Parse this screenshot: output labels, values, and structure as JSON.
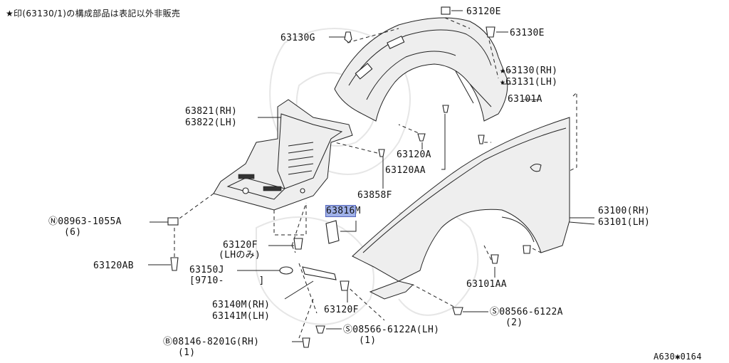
{
  "note": "★印(63130/1)の構成部品は表記以外非販売",
  "footer_code": "A630✱0164",
  "highlight_color": "#9fb0e8",
  "labels": {
    "p63120E": "63120E",
    "p63130G": "63130G",
    "p63130E": "63130E",
    "p63130": "★63130(RH)",
    "p63131": "★63131(LH)",
    "p63101A": "63101A",
    "p63821": "63821(RH)",
    "p63822": "63822(LH)",
    "p63120A": "63120A",
    "p63120AA": "63120AA",
    "p63858F": "63858F",
    "p63816M_a": "63816",
    "p63816M_b": "M",
    "p08963": "Ⓝ08963-1055A",
    "p08963_qty": "(6)",
    "p63100": "63100(RH)",
    "p63101": "63101(LH)",
    "p63120F_top": "63120F",
    "p63120F_top_sub": "(LHのみ)",
    "p63120AB": "63120AB",
    "p63150J": "63150J",
    "p63150J_sub": "[9710-      ]",
    "p63101AA": "63101AA",
    "p63140M": "63140M(RH)",
    "p63141M": "63141M(LH)",
    "p63120F_bot": "63120F",
    "p08566_a": "Ⓢ08566-6122A",
    "p08566_a_qty": "(2)",
    "p08566_b": "Ⓢ08566-6122A(LH)",
    "p08566_b_qty": "(1)",
    "p08146": "Ⓑ08146-8201G(RH)",
    "p08146_qty": "(1)"
  }
}
